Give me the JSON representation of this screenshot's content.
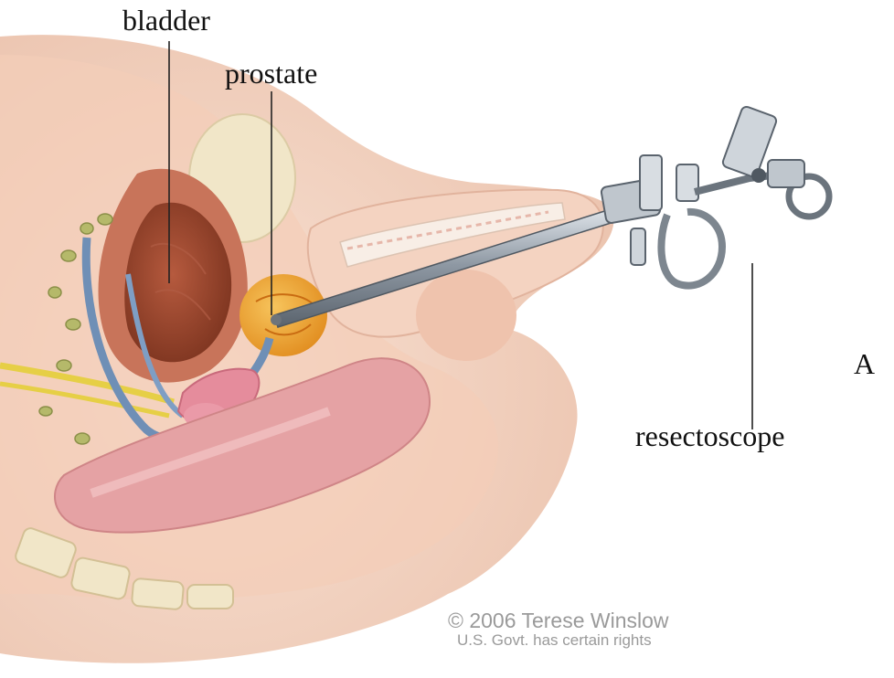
{
  "labels": {
    "bladder": "bladder",
    "prostate": "prostate",
    "resectoscope": "resectoscope",
    "panel": "A"
  },
  "credit": {
    "line1": "© 2006 Terese Winslow",
    "line2": "U.S. Govt. has certain rights"
  },
  "colors": {
    "skin": "#f6d9c8",
    "skin_shadow": "#e8b8a2",
    "bladder_wall": "#c8745a",
    "bladder_inner": "#9c4a32",
    "prostate": "#f0a030",
    "bone": "#f1e6c8",
    "rectum": "#e5a2a4",
    "vessel_blue": "#6f8fb6",
    "vessel_yellow": "#e6cf46",
    "instrument": "#9aa3ad"
  }
}
